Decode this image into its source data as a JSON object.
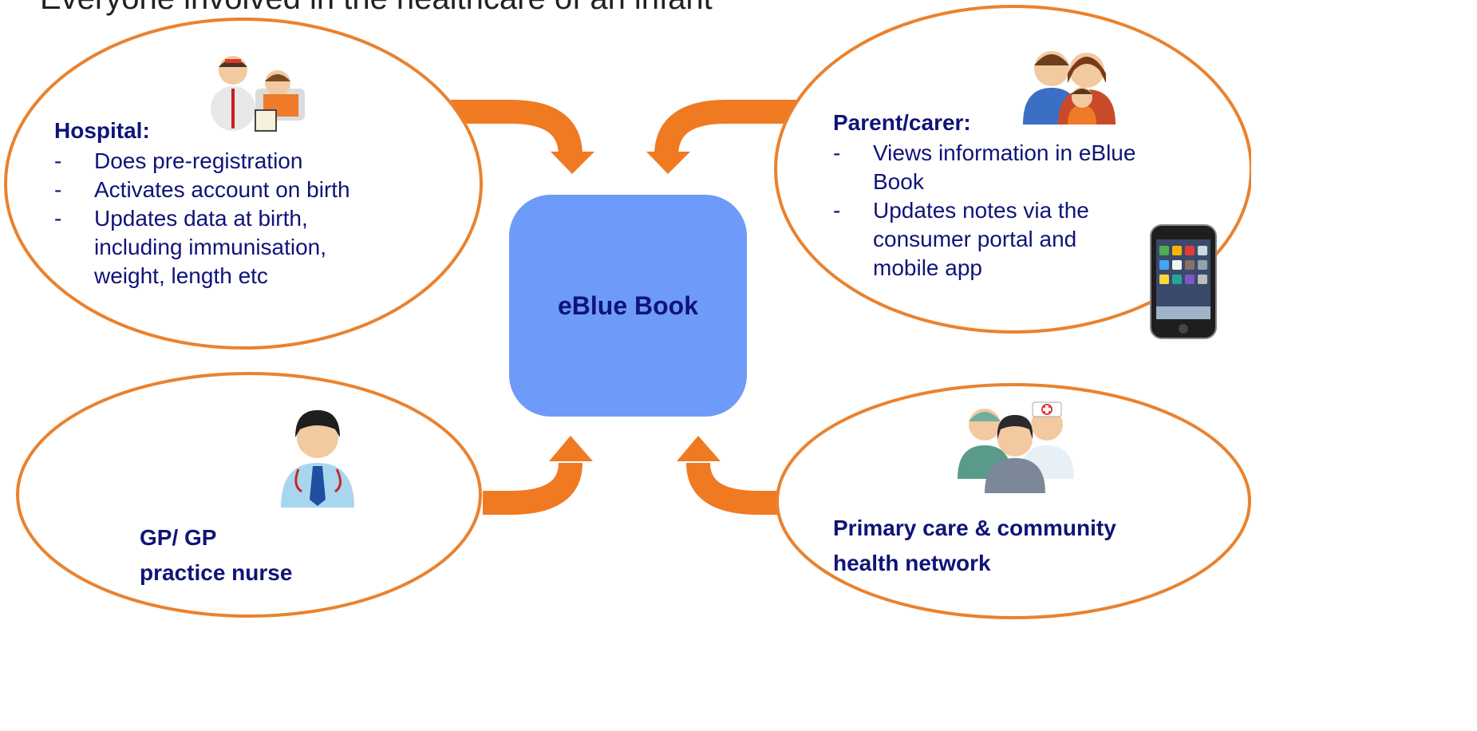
{
  "title": "Everyone involved in the healthcare of an infant",
  "center": {
    "label": "eBlue Book"
  },
  "nodes": {
    "hospital": {
      "heading": "Hospital:",
      "items": [
        {
          "dash": "-",
          "lines": [
            "Does pre-registration"
          ]
        },
        {
          "dash": "-",
          "lines": [
            "Activates account on birth"
          ]
        },
        {
          "dash": "-",
          "lines": [
            "Updates data at birth,",
            "including immunisation,",
            "weight, length etc"
          ]
        }
      ]
    },
    "parent": {
      "heading": "Parent/carer:",
      "items": [
        {
          "dash": "-",
          "lines": [
            "Views information in eBlue",
            "Book"
          ]
        },
        {
          "dash": "-",
          "lines": [
            "Updates notes via the",
            "consumer portal and",
            "mobile app"
          ]
        }
      ]
    },
    "gp": {
      "lines": [
        "GP/ GP",
        "practice nurse"
      ]
    },
    "primary": {
      "lines": [
        "Primary care & community",
        "health network"
      ]
    }
  },
  "colors": {
    "arrow": "#ef7a22",
    "ellipse_stroke": "#e9822f",
    "center_fill": "#6e9bf9",
    "text": "#0f1478"
  },
  "icons": [
    "doctor-patient-icon",
    "family-icon",
    "smartphone-icon",
    "gp-doctor-icon",
    "medical-team-icon"
  ]
}
